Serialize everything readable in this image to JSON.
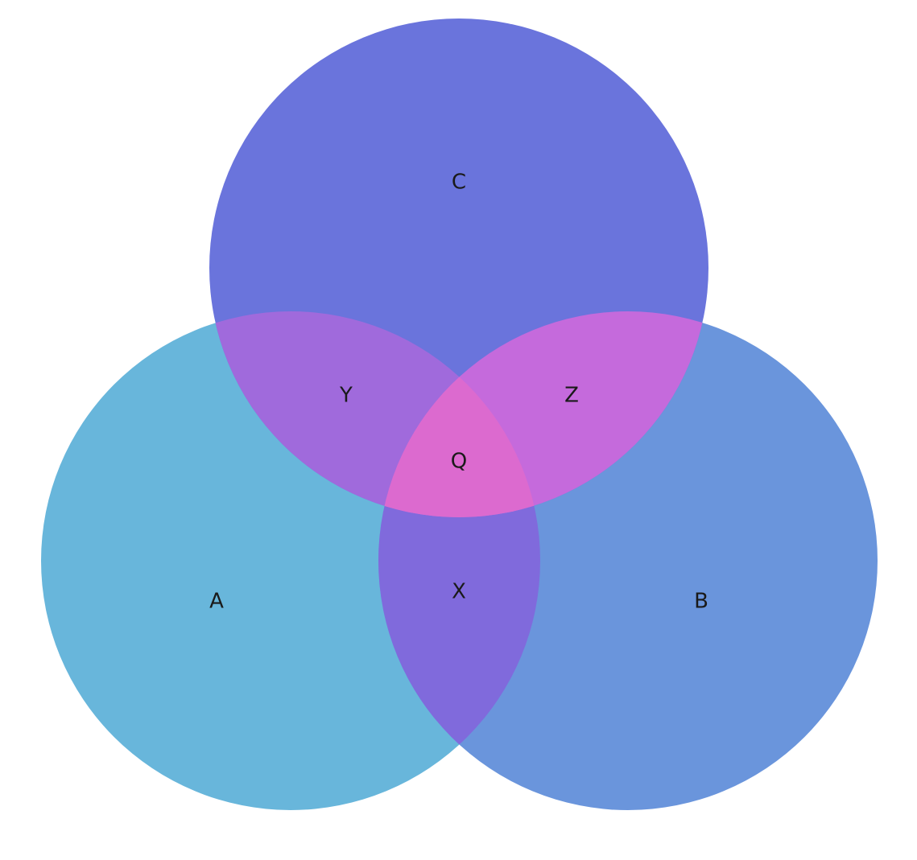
{
  "diagram": {
    "type": "venn-3",
    "sets": [
      {
        "key": "a",
        "label": "A",
        "color": "#68b6db"
      },
      {
        "key": "b",
        "label": "B",
        "color": "#6a95dc"
      },
      {
        "key": "c",
        "label": "C",
        "color": "#6a74dc"
      }
    ],
    "intersections": [
      {
        "key": "ab",
        "label": "X",
        "color": "#806adc"
      },
      {
        "key": "ac",
        "label": "Y",
        "color": "#a06adc"
      },
      {
        "key": "bc",
        "label": "Z",
        "color": "#c56adc"
      },
      {
        "key": "abc",
        "label": "Q",
        "color": "#dc6acf"
      }
    ]
  }
}
